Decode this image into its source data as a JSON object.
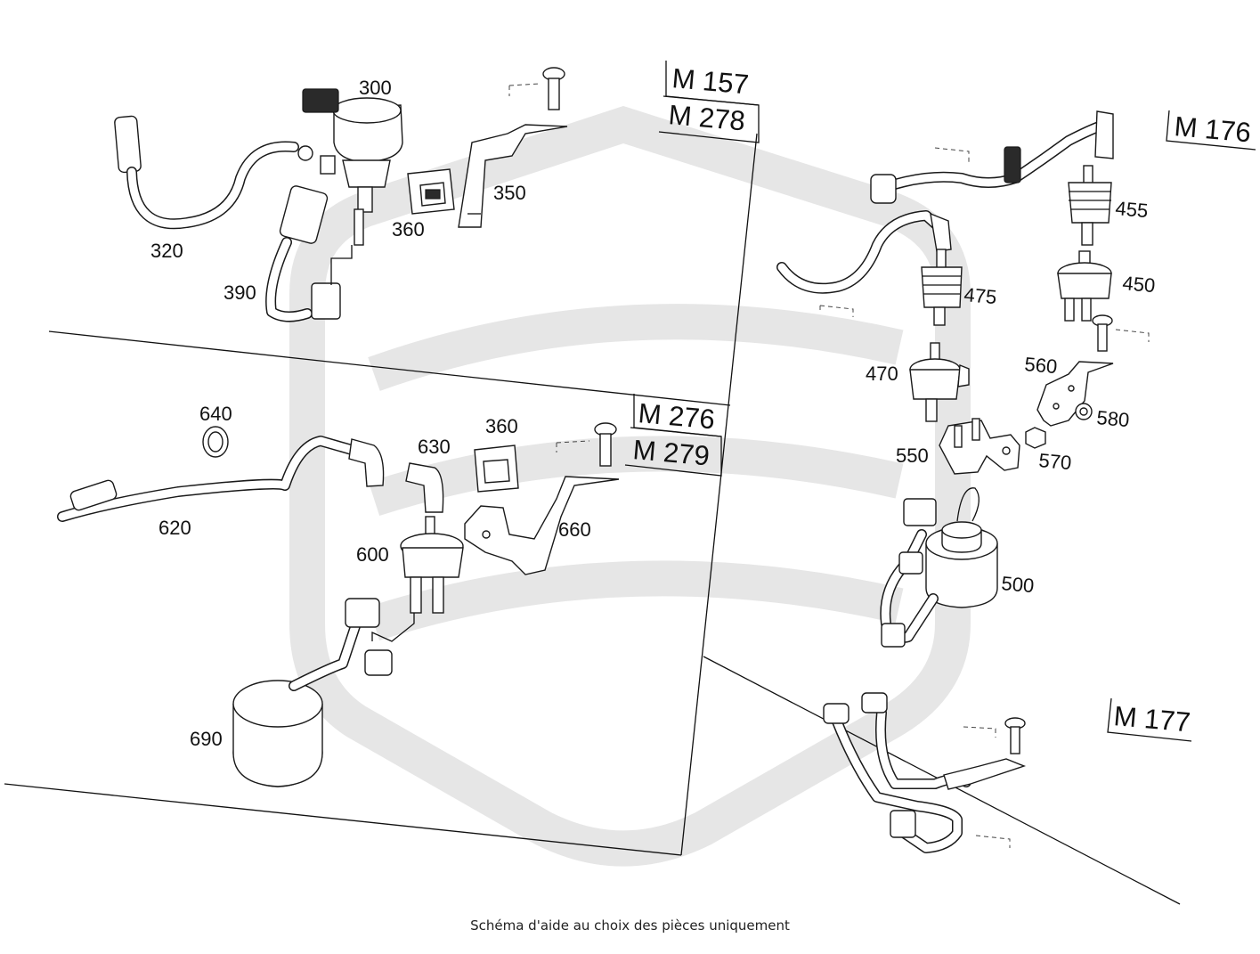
{
  "footer": {
    "note": "Schéma d'aide au choix des pièces uniquement"
  },
  "engine_groups": {
    "top_left": [
      "M 157",
      "M 278"
    ],
    "mid_left": [
      "M 276",
      "M 279"
    ],
    "top_right": [
      "M 176"
    ],
    "bottom_right": [
      "M 177"
    ]
  },
  "parts": {
    "p300": "300",
    "p320": "320",
    "p350": "350",
    "p360a": "360",
    "p390": "390",
    "p640": "640",
    "p620": "620",
    "p630": "630",
    "p360b": "360",
    "p600": "600",
    "p660": "660",
    "p690": "690",
    "p455": "455",
    "p450": "450",
    "p475": "475",
    "p470": "470",
    "p560": "560",
    "p580": "580",
    "p550": "550",
    "p570": "570",
    "p500": "500"
  }
}
